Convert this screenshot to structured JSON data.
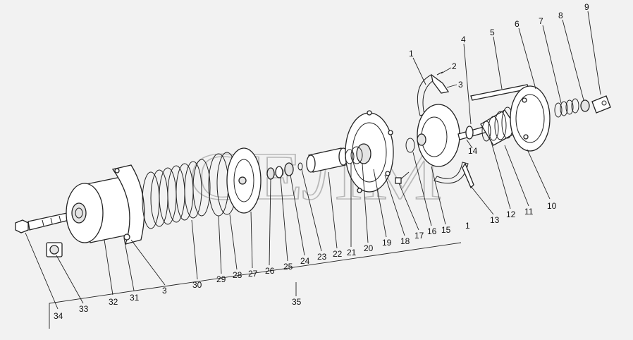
{
  "watermark": "СЕЛМ",
  "callouts": [
    {
      "id": "c1a",
      "label": "1"
    },
    {
      "id": "c2",
      "label": "2"
    },
    {
      "id": "c3a",
      "label": "3"
    },
    {
      "id": "c4",
      "label": "4"
    },
    {
      "id": "c5",
      "label": "5"
    },
    {
      "id": "c6",
      "label": "6"
    },
    {
      "id": "c7",
      "label": "7"
    },
    {
      "id": "c8",
      "label": "8"
    },
    {
      "id": "c9",
      "label": "9"
    },
    {
      "id": "c10",
      "label": "10"
    },
    {
      "id": "c11",
      "label": "11"
    },
    {
      "id": "c12",
      "label": "12"
    },
    {
      "id": "c13",
      "label": "13"
    },
    {
      "id": "c14",
      "label": "14"
    },
    {
      "id": "c15",
      "label": "15"
    },
    {
      "id": "c16",
      "label": "16"
    },
    {
      "id": "c17",
      "label": "17"
    },
    {
      "id": "c18",
      "label": "18"
    },
    {
      "id": "c19",
      "label": "19"
    },
    {
      "id": "c20",
      "label": "20"
    },
    {
      "id": "c21",
      "label": "21"
    },
    {
      "id": "c22",
      "label": "22"
    },
    {
      "id": "c23",
      "label": "23"
    },
    {
      "id": "c24",
      "label": "24"
    },
    {
      "id": "c25",
      "label": "25"
    },
    {
      "id": "c26",
      "label": "26"
    },
    {
      "id": "c27",
      "label": "27"
    },
    {
      "id": "c28",
      "label": "28"
    },
    {
      "id": "c29",
      "label": "29"
    },
    {
      "id": "c30",
      "label": "30"
    },
    {
      "id": "c31",
      "label": "31"
    },
    {
      "id": "c32",
      "label": "32"
    },
    {
      "id": "c33",
      "label": "33"
    },
    {
      "id": "c34",
      "label": "34"
    },
    {
      "id": "c35",
      "label": "35"
    },
    {
      "id": "c1b",
      "label": "1"
    },
    {
      "id": "c3b",
      "label": "3"
    }
  ]
}
